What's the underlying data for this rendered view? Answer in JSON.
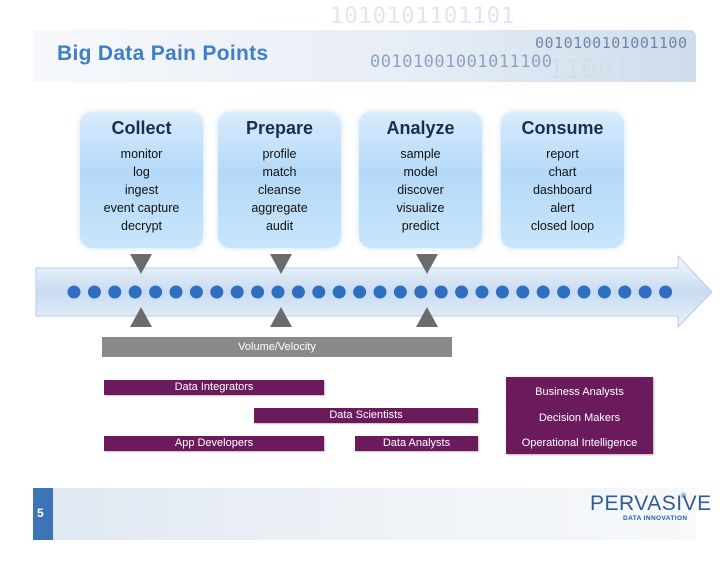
{
  "slide": {
    "title": "Big Data Pain Points",
    "page_number": "5"
  },
  "background_binary": [
    "0010100101001100",
    "00101001001011100",
    "1010101101101",
    "1100110"
  ],
  "stages": [
    {
      "title": "Collect",
      "items": [
        "monitor",
        "log",
        "ingest",
        "event capture",
        "decrypt"
      ]
    },
    {
      "title": "Prepare",
      "items": [
        "profile",
        "match",
        "cleanse",
        "aggregate",
        "audit"
      ]
    },
    {
      "title": "Analyze",
      "items": [
        "sample",
        "model",
        "discover",
        "visualize",
        "predict"
      ]
    },
    {
      "title": "Consume",
      "items": [
        "report",
        "chart",
        "dashboard",
        "alert",
        "closed loop"
      ]
    }
  ],
  "volume_bar": {
    "label": "Volume/Velocity"
  },
  "roles": {
    "data_integrators": "Data Integrators",
    "data_scientists": "Data Scientists",
    "app_developers": "App Developers",
    "data_analysts": "Data Analysts",
    "business_analysts": "Business Analysts",
    "decision_makers": "Decision Makers",
    "operational_intelligence": "Operational Intelligence"
  },
  "logo": {
    "wordmark": "PERVASIVE",
    "tagline": "DATA INNOVATION",
    "trademark": "®"
  },
  "colors": {
    "title_blue": "#3f7fc6",
    "stage_box_blue": "#b4d9f8",
    "timeline_dot": "#2f6fc1",
    "role_purple": "#6b1a5c",
    "bar_gray": "#8a8a8a"
  }
}
